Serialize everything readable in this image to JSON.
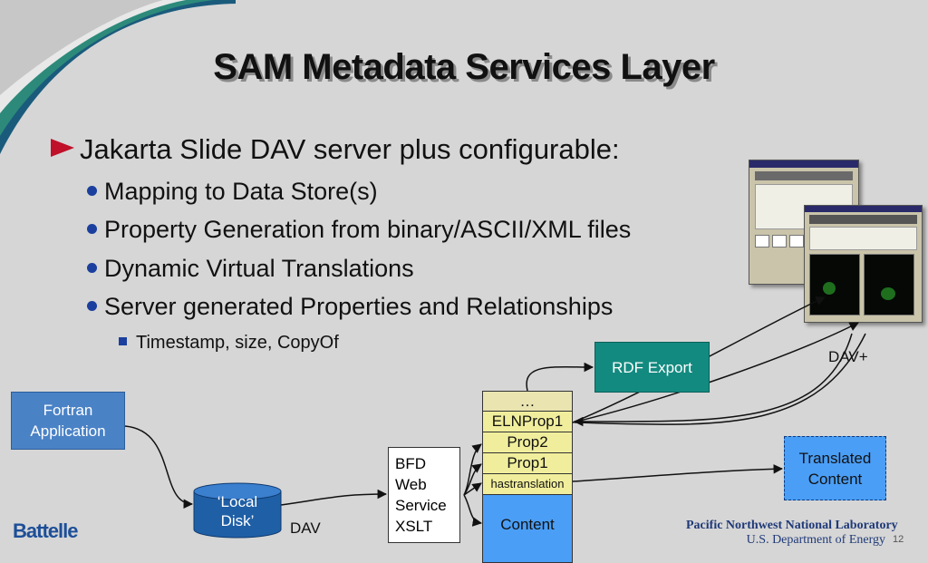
{
  "slide": {
    "title": "SAM Metadata Services Layer",
    "bullets": [
      {
        "level": 1,
        "text": "Jakarta Slide DAV server plus configurable:"
      },
      {
        "level": 2,
        "text": "Mapping to Data Store(s)"
      },
      {
        "level": 2,
        "text": "Property Generation from binary/ASCII/XML files"
      },
      {
        "level": 2,
        "text": "Dynamic Virtual Translations"
      },
      {
        "level": 2,
        "text": "Server generated Properties and Relationships"
      },
      {
        "level": 3,
        "text": "Timestamp, size, CopyOf"
      }
    ],
    "page_number": "12"
  },
  "diagram": {
    "fortran": [
      "Fortran",
      "Application"
    ],
    "local_disk": [
      "‘Local",
      "Disk’"
    ],
    "dav_label": "DAV",
    "bfd": [
      "BFD",
      "Web",
      "Service",
      "XSLT"
    ],
    "stack": [
      "…",
      "ELNProp1",
      "Prop2",
      "Prop1",
      "hastranslation",
      "Content"
    ],
    "rdf_export": "RDF Export",
    "dav_plus_label": "DAV+",
    "translated": [
      "Translated",
      "Content"
    ]
  },
  "footer": {
    "left_logo": "Battelle",
    "org": "Pacific Northwest National Laboratory",
    "dept": "U.S. Department of Energy"
  },
  "colors": {
    "fortran_box": "#4a82c6",
    "rdf_box": "#138a80",
    "translated_box": "#4a9ef6",
    "stack_cells": "#f0ee9c",
    "content_cell": "#4a9ef6",
    "disk": "#1f5fa6",
    "bullet_arrow": "#c0102a",
    "bullet_dot": "#1b3f9e"
  }
}
